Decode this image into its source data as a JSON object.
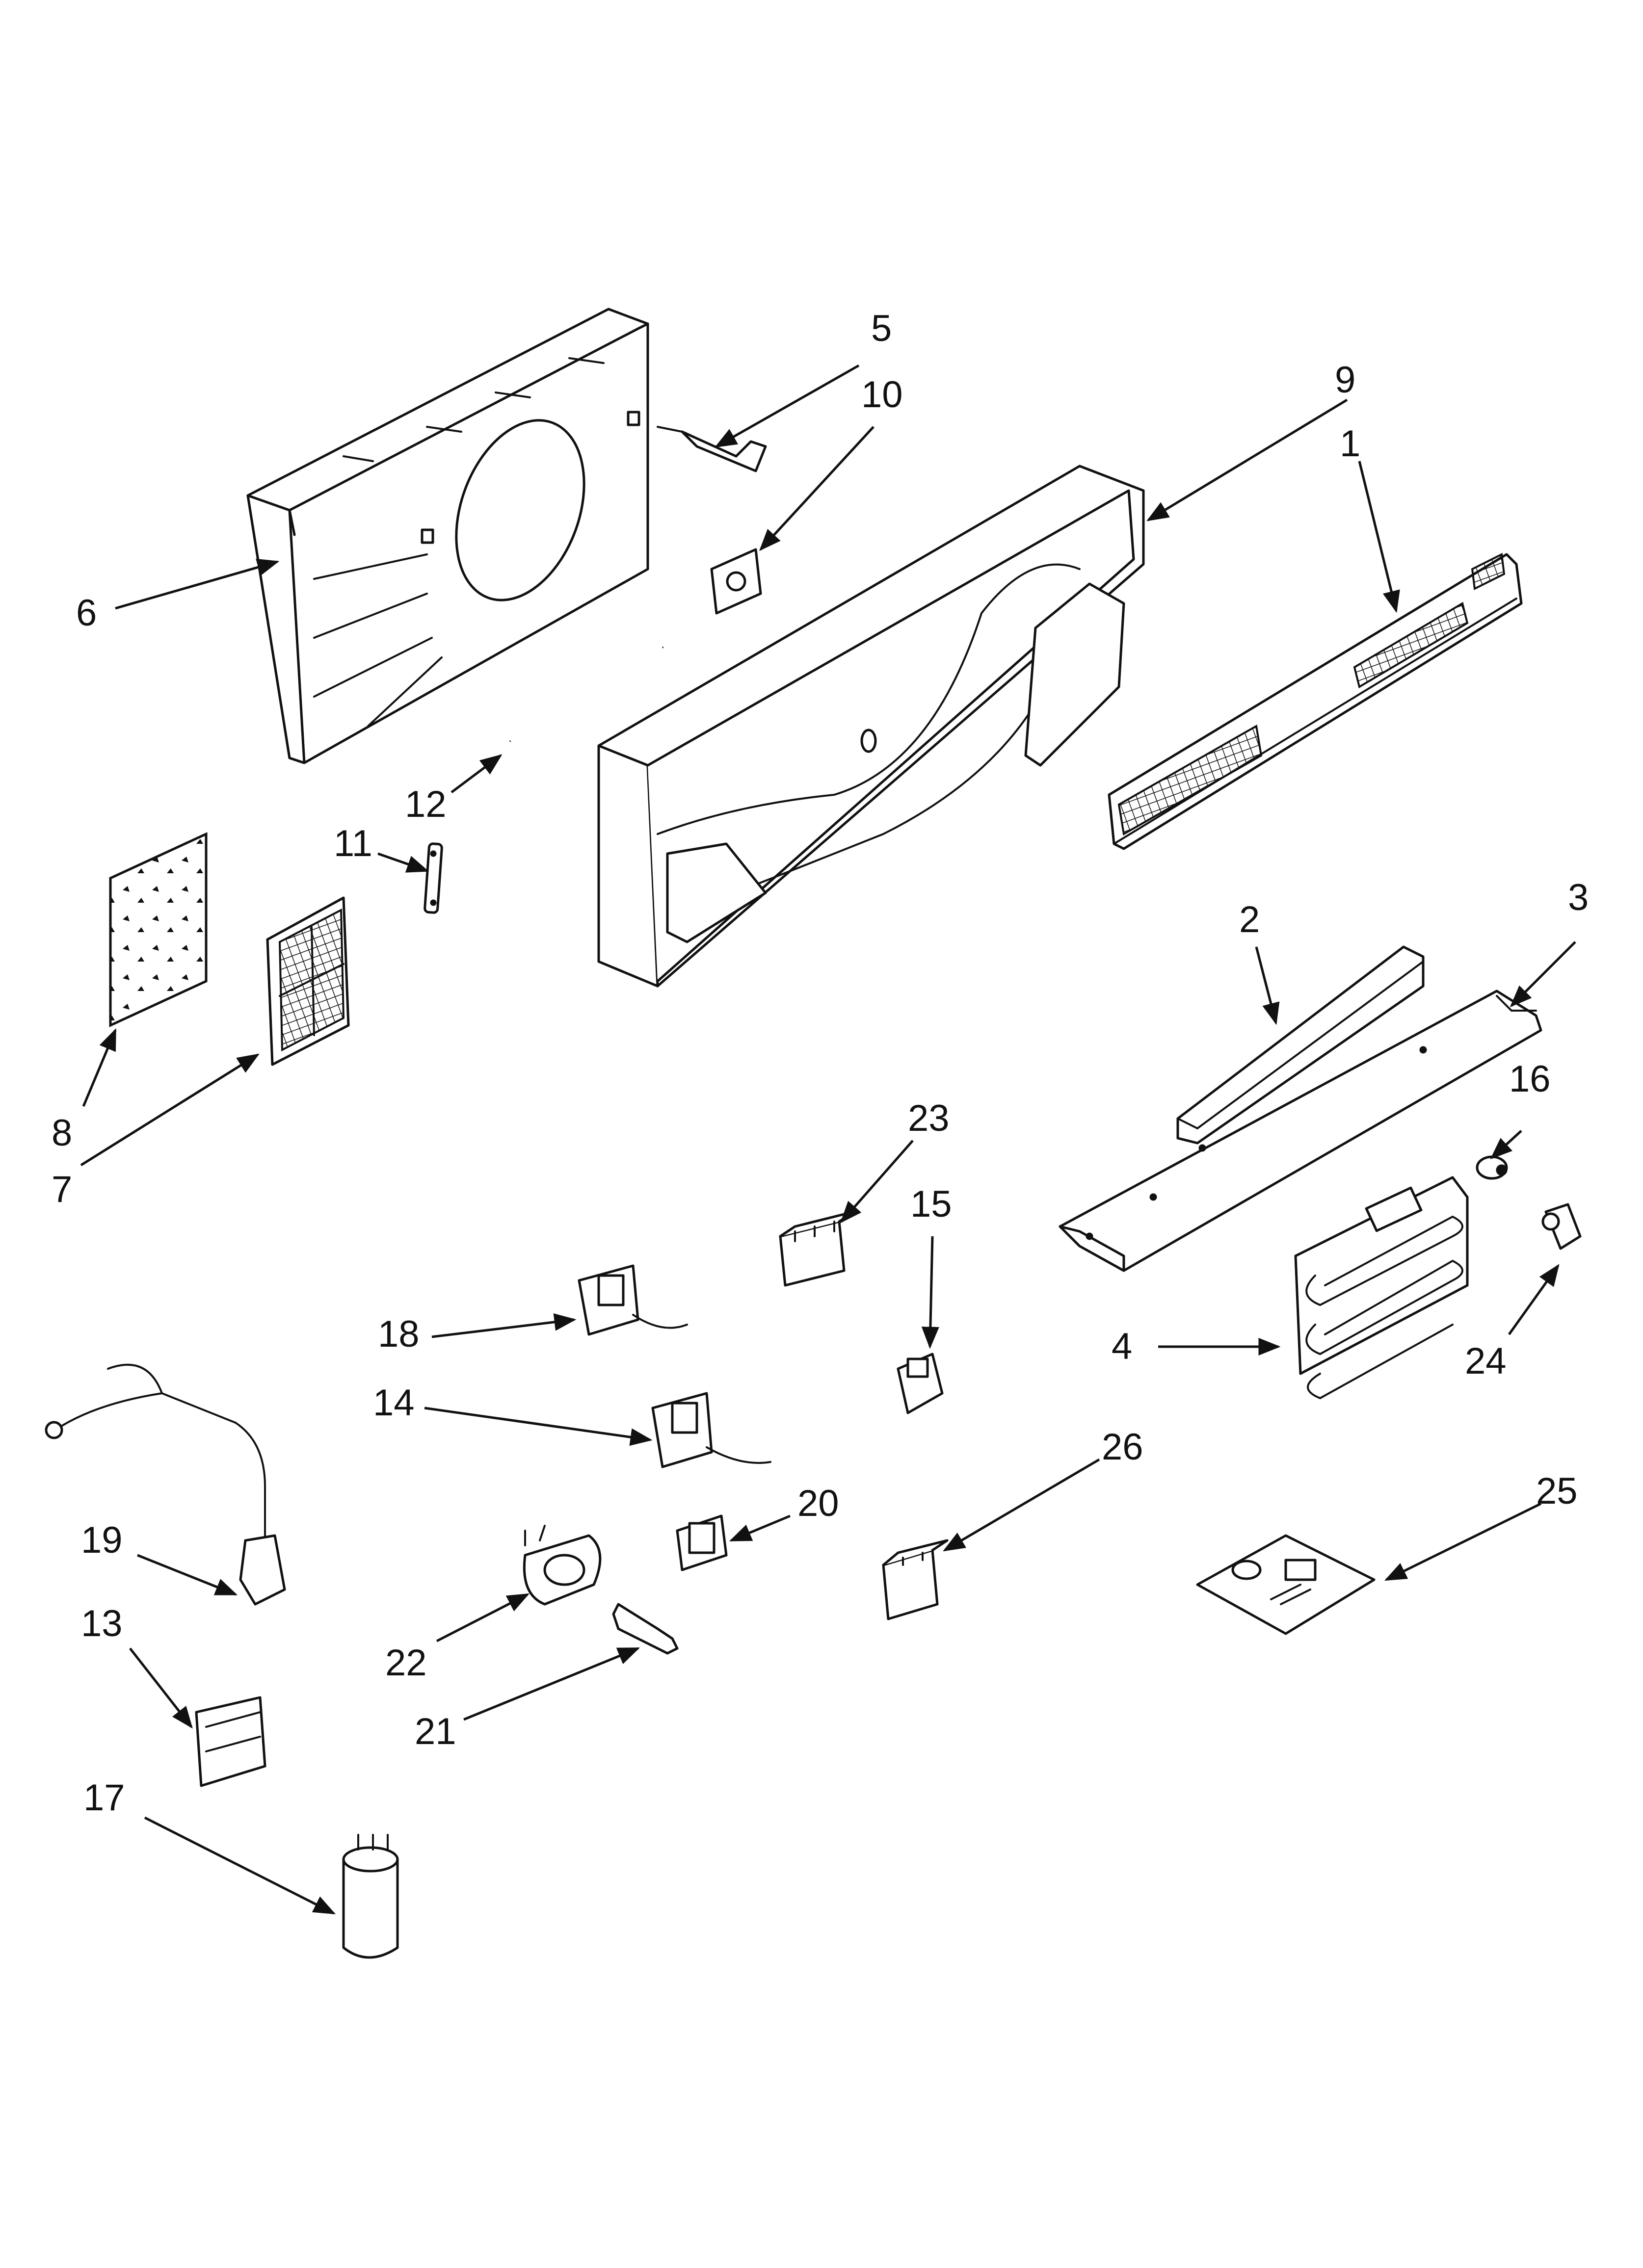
{
  "callouts": [
    {
      "label": "1"
    },
    {
      "label": "2"
    },
    {
      "label": "3"
    },
    {
      "label": "4"
    },
    {
      "label": "5"
    },
    {
      "label": "6"
    },
    {
      "label": "7"
    },
    {
      "label": "8"
    },
    {
      "label": "9"
    },
    {
      "label": "10"
    },
    {
      "label": "11"
    },
    {
      "label": "12"
    },
    {
      "label": "13"
    },
    {
      "label": "14"
    },
    {
      "label": "15"
    },
    {
      "label": "16"
    },
    {
      "label": "17"
    },
    {
      "label": "18"
    },
    {
      "label": "19"
    },
    {
      "label": "20"
    },
    {
      "label": "21"
    },
    {
      "label": "22"
    },
    {
      "label": "23"
    },
    {
      "label": "24"
    },
    {
      "label": "25"
    },
    {
      "label": "26"
    }
  ]
}
